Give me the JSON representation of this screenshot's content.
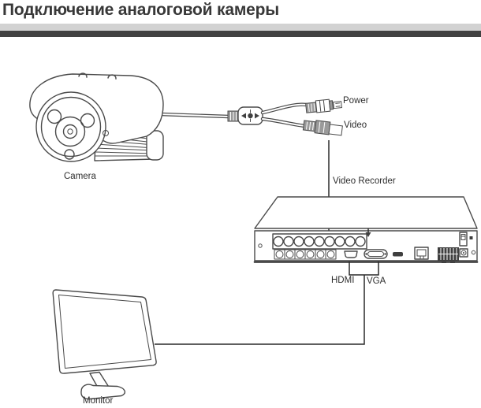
{
  "title": "Подключение аналоговой камеры",
  "colors": {
    "title_color": "#383838",
    "divider_light": "#d2d2d2",
    "divider_dark": "#414141",
    "line_art": "#4a4a4a",
    "text_color": "#2e2e2e",
    "connector_fill": "#9a9a9a",
    "dark_fill": "#3f3f3f"
  },
  "labels": {
    "camera": "Camera",
    "power": "Power",
    "video": "Video",
    "video_recorder": "Video Recorder",
    "hdmi": "HDMI",
    "vga": "VGA",
    "monitor": "Monitor"
  }
}
